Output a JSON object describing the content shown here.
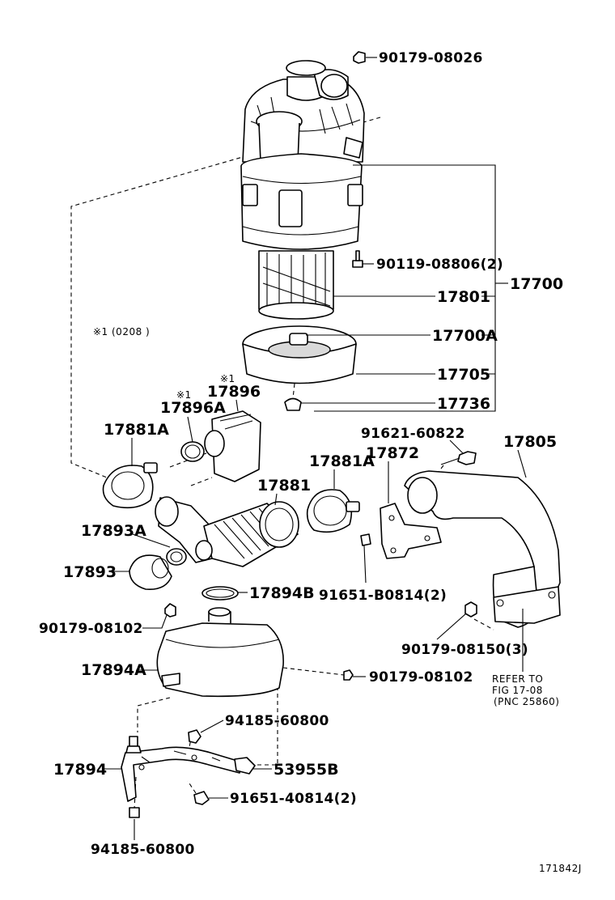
{
  "labels": {
    "p90179_08026": "90179-08026",
    "p90119_08806": "90119-08806(2)",
    "p17801": "17801",
    "p17700": "17700",
    "p17700A": "17700A",
    "p17705": "17705",
    "p17736": "17736",
    "note_0208": "※1 (0208 )",
    "star_17896A": "※1",
    "star_17896": "※1",
    "p17896A": "17896A",
    "p17896": "17896",
    "p17881A_left": "17881A",
    "p17881A_right": "17881A",
    "p17872": "17872",
    "p91621_60822": "91621-60822",
    "p17805": "17805",
    "p17881": "17881",
    "p17893A": "17893A",
    "p17893": "17893",
    "p17894B": "17894B",
    "p91651_B0814": "91651-B0814(2)",
    "p90179_08102_a": "90179-08102",
    "p90179_08150": "90179-08150(3)",
    "p17894A": "17894A",
    "p90179_08102_b": "90179-08102",
    "refer_1": "REFER TO",
    "refer_2": "FIG 17-08",
    "refer_3": "(PNC 25860)",
    "p94185_60800_a": "94185-60800",
    "p17894": "17894",
    "p53955B": "53955B",
    "p91651_40814": "91651-40814(2)",
    "p94185_60800_b": "94185-60800",
    "figure_id": "171842J"
  }
}
